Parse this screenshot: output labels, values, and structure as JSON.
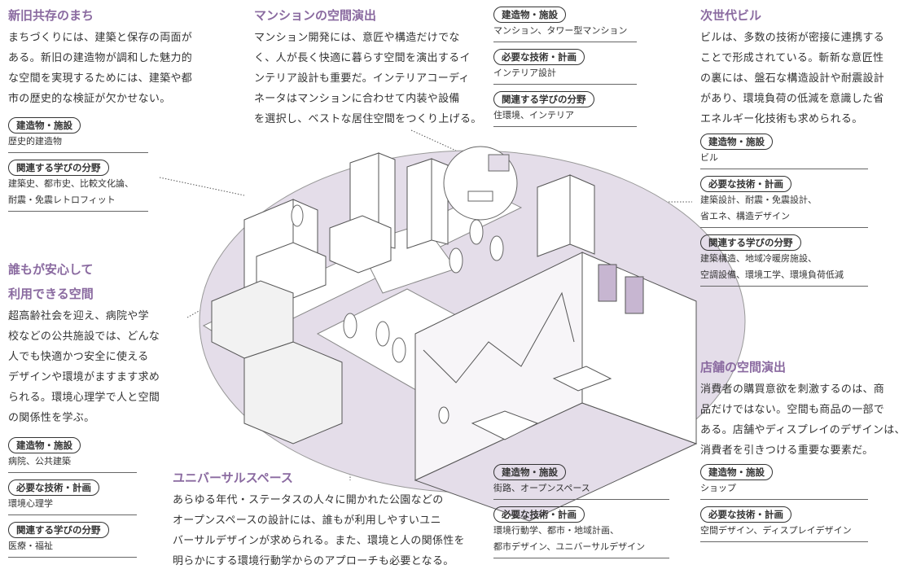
{
  "tag_labels": {
    "facility": "建造物・施設",
    "technology": "必要な技術・計画",
    "field": "関連する学びの分野"
  },
  "sections": [
    {
      "id": "shinkyu",
      "title": [
        "新旧共存のまち"
      ],
      "body": [
        "まちづくりには、建築と保存の両面が",
        "ある。新旧の建造物が調和した魅力的",
        "な空間を実現するためには、建築や都",
        "市の歴史的な検証が欠かせない。"
      ],
      "tags": [
        {
          "kind": "facility",
          "lines": [
            "歴史的建造物"
          ]
        },
        {
          "kind": "field",
          "lines": [
            "建築史、都市史、比較文化論、",
            "耐震・免震レトロフィット"
          ]
        }
      ]
    },
    {
      "id": "mansion",
      "title": [
        "マンションの空間演出"
      ],
      "body": [
        "マンション開発には、意匠や構造だけでな",
        "く、人が長く快適に暮らす空間を演出するイ",
        "ンテリア設計も重要だ。インテリアコーディ",
        "ネータはマンションに合わせて内装や設備",
        "を選択し、ベストな居住空間をつくり上げる。"
      ],
      "tags": [
        {
          "kind": "facility",
          "lines": [
            "マンション、タワー型マンション"
          ]
        },
        {
          "kind": "technology",
          "lines": [
            "インテリア設計"
          ]
        },
        {
          "kind": "field",
          "lines": [
            "住環境、インテリア"
          ]
        }
      ]
    },
    {
      "id": "bldg",
      "title": [
        "次世代ビル"
      ],
      "body": [
        "ビルは、多数の技術が密接に連携する",
        "ことで形成されている。斬新な意匠性",
        "の裏には、盤石な構造設計や耐震設計",
        "があり、環境負荷の低減を意識した省",
        "エネルギー化技術も求められる。"
      ],
      "tags": [
        {
          "kind": "facility",
          "lines": [
            "ビル"
          ]
        },
        {
          "kind": "technology",
          "lines": [
            "建築設計、耐震・免震設計、",
            "省エネ、構造デザイン"
          ]
        },
        {
          "kind": "field",
          "lines": [
            "建築構造、地域冷暖房施設、",
            "空調設備、環境工学、環境負荷低減"
          ]
        }
      ]
    },
    {
      "id": "anshin",
      "title": [
        "誰もが安心して",
        "利用できる空間"
      ],
      "body": [
        "超高齢社会を迎え、病院や学",
        "校などの公共施設では、どんな",
        "人でも快適かつ安全に使える",
        "デザインや環境がますます求め",
        "られる。環境心理学で人と空間",
        "の関係性を学ぶ。"
      ],
      "tags": [
        {
          "kind": "facility",
          "lines": [
            "病院、公共建築"
          ]
        },
        {
          "kind": "technology",
          "lines": [
            "環境心理学"
          ]
        },
        {
          "kind": "field",
          "lines": [
            "医療・福祉"
          ]
        }
      ]
    },
    {
      "id": "univ",
      "title": [
        "ユニバーサルスペース"
      ],
      "body": [
        "あらゆる年代・ステータスの人々に開かれた公園などの",
        "オープンスペースの設計には、誰もが利用しやすいユニ",
        "バーサルデザインが求められる。また、環境と人の関係性を",
        "明らかにする環境行動学からのアプローチも必要となる。"
      ],
      "tags": [
        {
          "kind": "facility",
          "lines": [
            "街路、オープンスペース"
          ]
        },
        {
          "kind": "technology",
          "lines": [
            "環境行動学、都市・地域計画、",
            "都市デザイン、ユニバーサルデザイン"
          ]
        }
      ]
    },
    {
      "id": "shop",
      "title": [
        "店舗の空間演出"
      ],
      "body": [
        "消費者の購買意欲を刺激するのは、商",
        "品だけではない。空間も商品の一部で",
        "ある。店舗やディスプレイのデザインは、",
        "消費者を引きつける重要な要素だ。"
      ],
      "tags": [
        {
          "kind": "facility",
          "lines": [
            "ショップ"
          ]
        },
        {
          "kind": "technology",
          "lines": [
            "空間デザイン、ディスプレイデザイン"
          ]
        }
      ]
    }
  ],
  "colors": {
    "accent": "#8a6aa0",
    "illustration_fill": "#e4dde9",
    "text": "#333333"
  }
}
